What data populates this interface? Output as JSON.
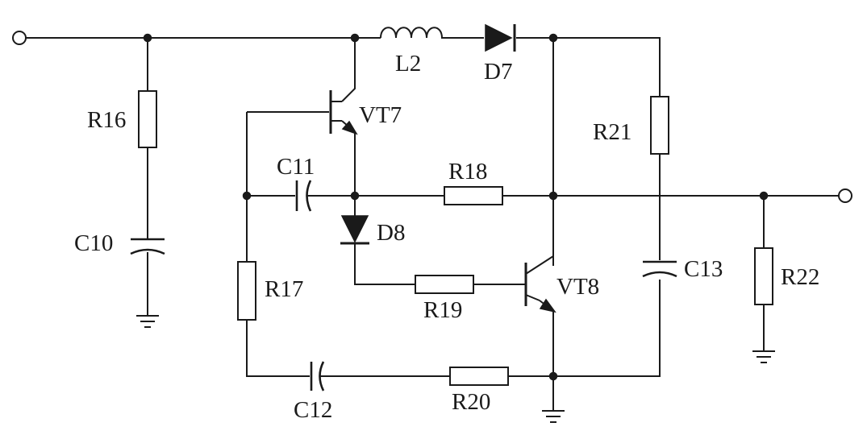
{
  "labels": {
    "r16": "R16",
    "r17": "R17",
    "r18": "R18",
    "r19": "R19",
    "r20": "R20",
    "r21": "R21",
    "r22": "R22",
    "c10": "C10",
    "c11": "C11",
    "c12": "C12",
    "c13": "C13",
    "l2": "L2",
    "d7": "D7",
    "d8": "D8",
    "vt7": "VT7",
    "vt8": "VT8"
  }
}
